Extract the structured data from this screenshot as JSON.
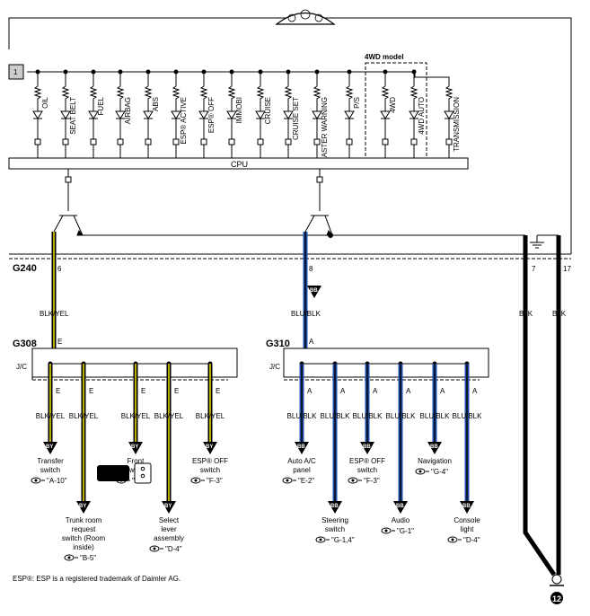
{
  "cluster_ref": "1",
  "variant_label": "4WD model",
  "cpu_label": "CPU",
  "indicators": [
    "OIL",
    "SEAT BELT",
    "FUEL",
    "AIRBAG",
    "ABS",
    "ESP® ACTIVE",
    "ESP® OFF",
    "IMMOBI",
    "CRUISE",
    "CRUISE SET",
    "MASTER WARNING",
    "P/S",
    "4WD",
    "4WD AUTO",
    "TRANSMISSION"
  ],
  "connectors": {
    "g240": "G240",
    "g308": "G308",
    "g310": "G310",
    "pin6": "6",
    "pin8": "8",
    "pin7": "7",
    "pin17": "17",
    "pinE": "E",
    "pinA": "A",
    "jc": "J/C"
  },
  "wires": {
    "blk_yel": "BLK/YEL",
    "blu_blk": "BLU/BLK",
    "blk": "BLK"
  },
  "refs": {
    "by": "BY",
    "bb": "BB"
  },
  "ground_num": "12",
  "left_branches": [
    {
      "pin": "E",
      "wire": "BLK/YEL",
      "label": "Transfer switch",
      "ref": "\"A-10\""
    },
    {
      "pin": "E",
      "wire": "BLK/YEL",
      "label": "Trunk room request switch (Room inside)",
      "ref": "\"B-5\""
    },
    {
      "pin": "E",
      "wire": "BLK/YEL",
      "label": "Front switch",
      "ref": "\"D-3\""
    },
    {
      "pin": "E",
      "wire": "BLK/YEL",
      "label": "Select lever assembly",
      "ref": "\"D-4\""
    },
    {
      "pin": "E",
      "wire": "BLK/YEL",
      "label": "ESP® OFF switch",
      "ref": "\"F-3\""
    }
  ],
  "right_branches": [
    {
      "pin": "A",
      "wire": "BLU/BLK",
      "label": "Auto A/C panel",
      "ref": "\"E-2\""
    },
    {
      "pin": "A",
      "wire": "BLU/BLK",
      "label": "Steering switch",
      "ref": "\"G-1,4\""
    },
    {
      "pin": "A",
      "wire": "BLU/BLK",
      "label": "ESP® OFF switch",
      "ref": "\"F-3\""
    },
    {
      "pin": "A",
      "wire": "BLU/BLK",
      "label": "Audio",
      "ref": "\"G-1\""
    },
    {
      "pin": "A",
      "wire": "BLU/BLK",
      "label": "Navigation",
      "ref": "\"G-4\""
    },
    {
      "pin": "A",
      "wire": "BLU/BLK",
      "label": "Console light",
      "ref": "\"D-4\""
    }
  ],
  "footnote": "ESP®: ESP is a registered trademark of Daimler AG.",
  "colors": {
    "yellow": "#e6d800",
    "blue": "#1f4fa8",
    "black": "#000000"
  }
}
